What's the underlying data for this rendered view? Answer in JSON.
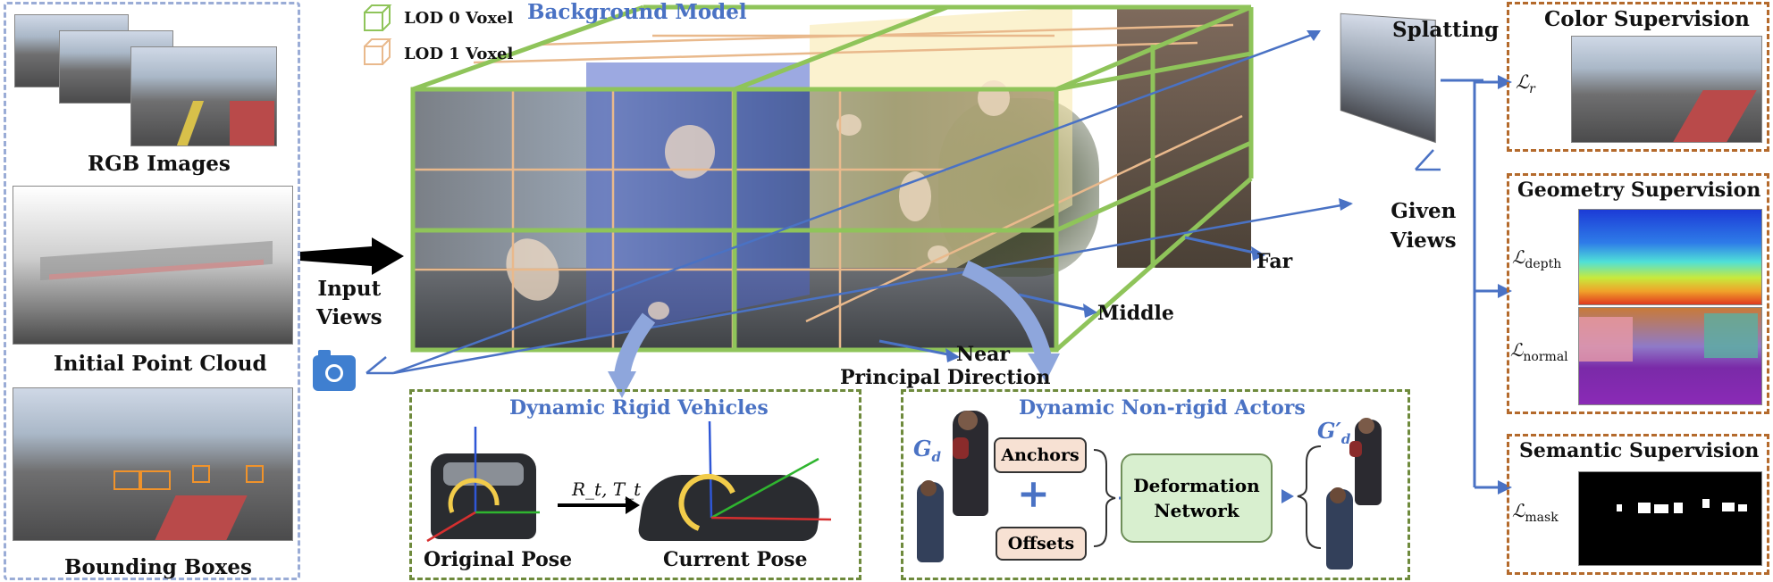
{
  "inputs": {
    "rgb_label": "RGB Images",
    "pc_label": "Initial Point Cloud",
    "bbox_label": "Bounding Boxes",
    "input_views": "Input\nViews"
  },
  "background": {
    "title": "Background Model",
    "legend": [
      "LOD 0 Voxel",
      "LOD 1 Voxel"
    ],
    "near": "Near",
    "middle": "Middle",
    "far": "Far",
    "principal": "Principal Direction"
  },
  "rigid": {
    "title": "Dynamic Rigid Vehicles",
    "original": "Original Pose",
    "current": "Current Pose",
    "transform": "R_t, T_t"
  },
  "nonrigid": {
    "title": "Dynamic Non-rigid Actors",
    "g": "G",
    "g_sub": "d",
    "anchors": "Anchors",
    "plus": "+",
    "offsets": "Offsets",
    "deformation": "Deformation Network",
    "g_prime": "G′",
    "g_prime_sub": "d"
  },
  "right": {
    "splatting": "Splatting",
    "given_views": "Given\nViews",
    "color": {
      "title": "Color Supervision",
      "loss": "ℒ",
      "sub": "r"
    },
    "geometry": {
      "title": "Geometry Supervision",
      "loss_depth": "ℒ",
      "sub_depth": "depth",
      "loss_normal": "ℒ",
      "sub_normal": "normal"
    },
    "semantic": {
      "title": "Semantic Supervision",
      "loss": "ℒ",
      "sub": "mask"
    }
  },
  "colors": {
    "lod0": "#8fc45a",
    "lod1": "#e9b98c",
    "accent_blue": "#4a72c4",
    "green_frame": "#6e8a3c",
    "orange_frame": "#b46a2c"
  }
}
